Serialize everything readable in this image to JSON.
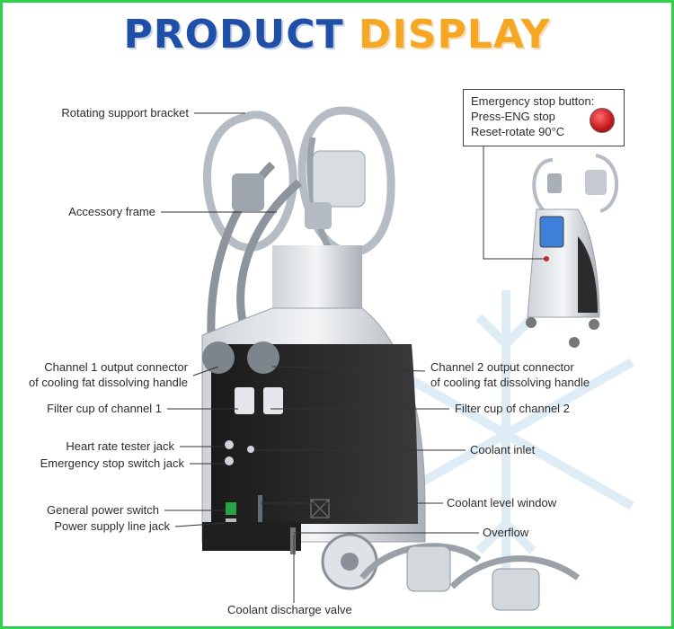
{
  "title": {
    "part1": "PRODUCT",
    "part2": "DISPLAY"
  },
  "callout": {
    "line1": "Emergency stop button:",
    "line2": "Press-ENG stop",
    "line3": "Reset-rotate 90°C"
  },
  "labels": {
    "rotating_bracket": "Rotating support bracket",
    "accessory_frame": "Accessory frame",
    "ch1_connector_1": "Channel 1 output connector",
    "ch1_connector_2": "of cooling fat dissolving handle",
    "ch2_connector_1": "Channel 2 output connector",
    "ch2_connector_2": "of cooling fat dissolving handle",
    "filter_cup_1": "Filter cup of channel 1",
    "filter_cup_2": "Filter cup of channel 2",
    "heart_rate_jack": "Heart rate tester jack",
    "estop_jack": "Emergency stop switch jack",
    "coolant_inlet": "Coolant inlet",
    "power_switch": "General power switch",
    "power_line_jack": "Power supply line jack",
    "coolant_level": "Coolant level window",
    "overflow": "Overflow",
    "discharge_valve": "Coolant discharge valve"
  }
}
